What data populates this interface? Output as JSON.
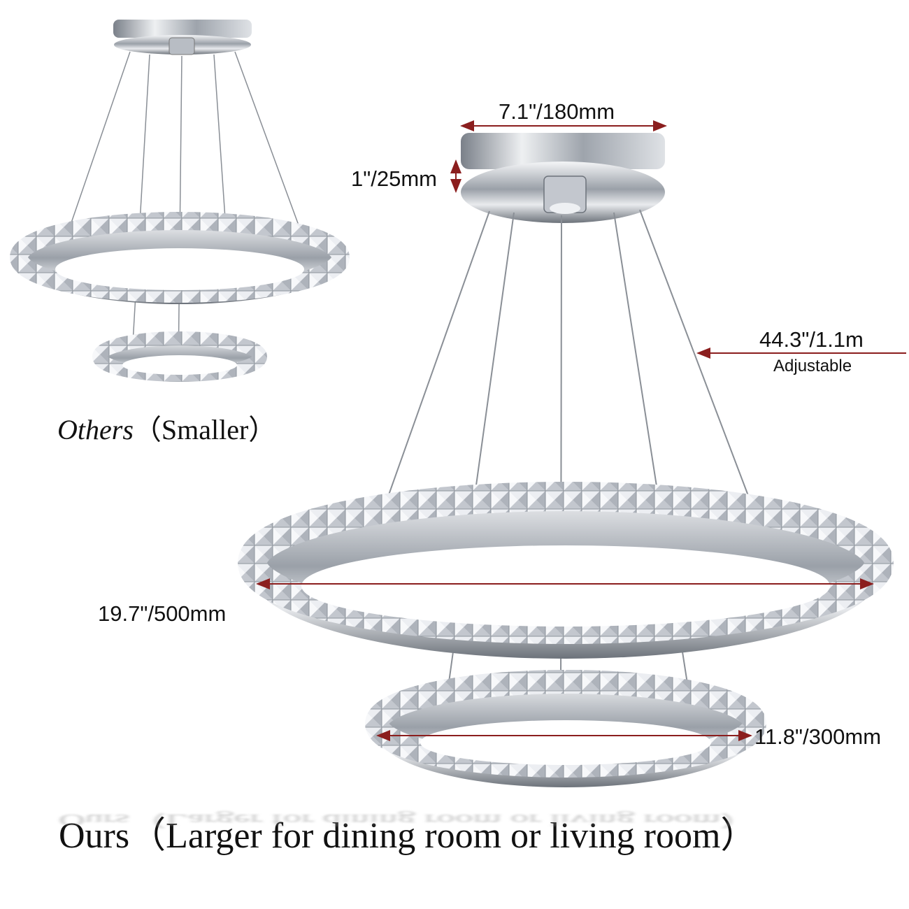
{
  "product": {
    "image_type": "crystal-ring-chandelier-comparison",
    "colors": {
      "dimension_line": "#8b1e1e",
      "chrome": "#c9ccd2",
      "crystal": "#e6e8ee"
    }
  },
  "others": {
    "caption_italic": "Others",
    "caption_rest": "（Smaller）"
  },
  "ours": {
    "caption": "Ours（Larger for dining room or living room）"
  },
  "dimensions": {
    "canopy_width": "7.1\"/180mm",
    "canopy_height": "1\"/25mm",
    "cable_length": "44.3\"/1.1m",
    "cable_note": "Adjustable",
    "large_ring": "19.7\"/500mm",
    "small_ring": "11.8\"/300mm"
  }
}
